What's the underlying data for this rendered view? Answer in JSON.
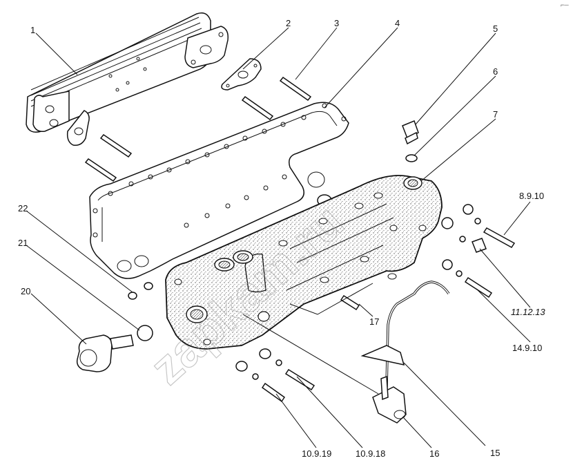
{
  "corner_mark": "⌐─",
  "watermark": "zapkam.ru",
  "labels": {
    "l1": "1",
    "l2": "2",
    "l3": "3",
    "l4": "4",
    "l5": "5",
    "l6": "6",
    "l7": "7",
    "l8": "8.9.10",
    "l11": "11.12.13",
    "l14": "14.9.10",
    "l15": "15",
    "l16": "16",
    "l17": "17",
    "l18": "10.9.18",
    "l19": "10.9.19",
    "l20": "20",
    "l21": "21",
    "l22": "22"
  }
}
